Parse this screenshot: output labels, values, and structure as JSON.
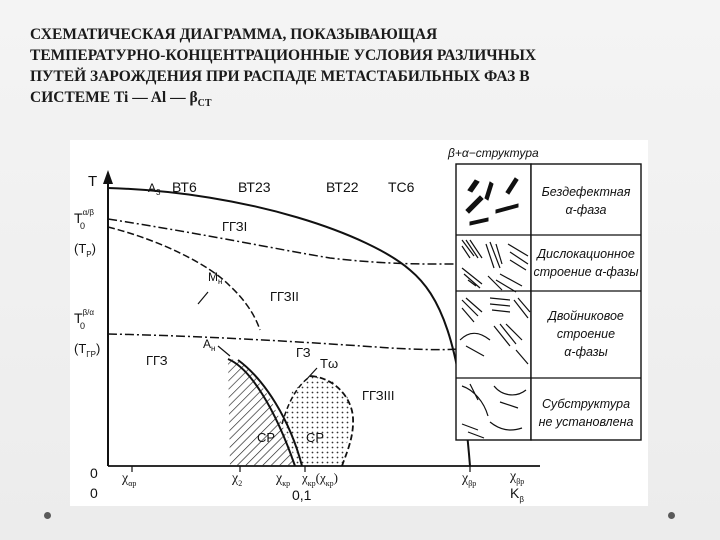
{
  "title": {
    "lines": [
      "СХЕМАТИЧЕСКАЯ ДИАГРАММА, ПОКАЗЫВАЮЩАЯ",
      "ТЕМПЕРАТУРНО-КОНЦЕНТРАЦИОННЫЕ УСЛОВИЯ РАЗЛИЧНЫХ",
      "ПУТЕЙ ЗАРОЖДЕНИЯ ПРИ РАСПАДЕ МЕТАСТАБИЛЬНЫХ ФАЗ В"
    ],
    "last_line_prefix": "СИСТЕМЕ Ti — Al — ",
    "beta": "β",
    "beta_sub": "СТ"
  },
  "diagram": {
    "y_axis": {
      "label": "T",
      "t0_ab": "T",
      "t0_ab_sup": "α/β",
      "t0_ab_sub": "0",
      "tp": "(T",
      "tp_sub": "P",
      "tp_close": ")",
      "t0_ba": "T",
      "t0_ba_sup": "β/α",
      "t0_ba_sub": "0",
      "tgr": "(T",
      "tgr_sub": "ГР",
      "tgr_close": ")"
    },
    "x_axis": {
      "origin_top": "0",
      "origin_bottom": "0",
      "value_01": "0,1",
      "kb": "K",
      "kb_sub": "β"
    },
    "x_markers": {
      "chi_ap": "χ",
      "chi_ap_sub": "αр",
      "chi_2": "χ",
      "chi_2_sub": "2",
      "chi_kr1": "χ",
      "chi_kr1_sub": "кр",
      "chi_kr2": "χ",
      "chi_kr2_rest": "(χ",
      "chi_kr2_close": ")",
      "chi_bp": "χ",
      "chi_bp_sub": "βр"
    },
    "alloys": [
      "ВТ6",
      "ВТ23",
      "ВТ22",
      "ТС6"
    ],
    "curve_labels": {
      "a3": "А",
      "a3_sub": "3",
      "mn": "М",
      "mn_sub": "н",
      "an": "А",
      "an_sub": "н",
      "t_omega": "Tω"
    },
    "regions": {
      "ggz1": "ГГЗI",
      "ggz2": "ГГЗII",
      "ggz3": "ГГЗIII",
      "ggz": "ГГЗ",
      "gz": "ГЗ",
      "sr1": "СР",
      "sr2": "СР"
    },
    "structure_header": "β+α−структура",
    "structures": [
      [
        "Бездефектная",
        "α-фаза"
      ],
      [
        "Дислокационное",
        "строение α-фазы"
      ],
      [
        "Двойниковое",
        "строение",
        "α-фазы"
      ],
      [
        "Субструктура",
        "не установлена"
      ]
    ]
  }
}
